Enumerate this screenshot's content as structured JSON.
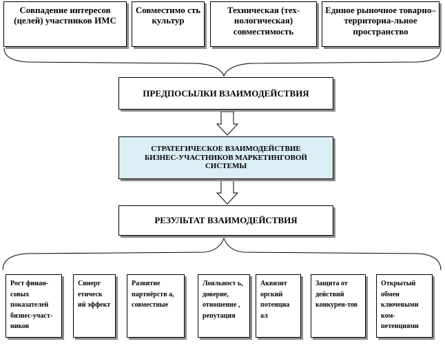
{
  "top_boxes": [
    {
      "text": "Совпадение интересов (целей) участников ИМС"
    },
    {
      "text": "Совместимо сть культур"
    },
    {
      "text": "Техническая  (тех-нологическая) совместимость"
    },
    {
      "text": "Единое рыночное товарно–территориа-льное пространство"
    }
  ],
  "preconditions": "ПРЕДПОСЫЛКИ ВЗАИМОДЕЙСТВИЯ",
  "strategic": "СТРАТЕГИЧЕСКОЕ  ВЗАИМОДЕЙСТВИЕ БИЗНЕС-УЧАСТНИКОВ МАРКЕТИНГОВОЙ  СИСТЕМЫ",
  "result": "РЕЗУЛЬТАТ ВЗАИМОДЕЙСТВИЯ",
  "bottom_boxes": [
    {
      "text": "Рост финан-совых показателей бизнес-участ-ников"
    },
    {
      "text": "Синерг етическ ий эффект"
    },
    {
      "text": "Развитие партнёрств а, совместные"
    },
    {
      "text": "Лояльност ь, доверие, отношение , репутация"
    },
    {
      "text": "Аквизит орский потенциа ал"
    },
    {
      "text": "Защита от действий конкурен-тов"
    },
    {
      "text": "Открытый обмен ключевыми ком-петенциями"
    }
  ],
  "colors": {
    "border": "#000000",
    "shadow": "#8c8c8c",
    "highlight": "#dbeef3",
    "arrow": "#ffffff"
  }
}
